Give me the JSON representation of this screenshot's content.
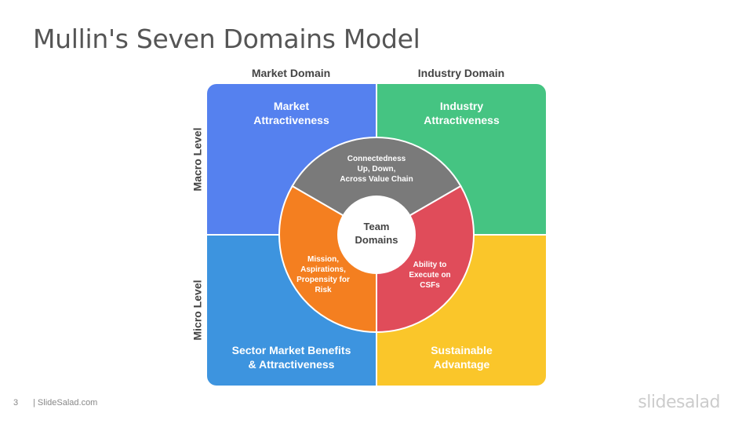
{
  "slide": {
    "title": "Mullin's Seven Domains Model"
  },
  "columns": {
    "left": "Market Domain",
    "right": "Industry Domain"
  },
  "rows": {
    "top": "Macro Level",
    "bottom": "Micro Level"
  },
  "quadrants": {
    "top_left": {
      "label": "Market\nAttractiveness",
      "color": "#5581ef"
    },
    "top_right": {
      "label": "Industry\nAttractiveness",
      "color": "#45c482"
    },
    "bottom_left": {
      "label": "Sector Market Benefits\n& Attractiveness",
      "color": "#3d94df"
    },
    "bottom_right": {
      "label": "Sustainable\nAdvantage",
      "color": "#fac62a"
    }
  },
  "wheel": {
    "center": "Team\nDomains",
    "top": {
      "label": "Connectedness\nUp, Down,\nAcross Value Chain",
      "color": "#7a7a7a"
    },
    "left": {
      "label": "Mission,\nAspirations,\nPropensity for\nRisk",
      "color": "#f47f20"
    },
    "right": {
      "label": "Ability to\nExecute on\nCSFs",
      "color": "#e04c5a"
    }
  },
  "footer": {
    "page_number": "3",
    "site": "| SlideSalad.com",
    "brand": "slidesalad"
  }
}
